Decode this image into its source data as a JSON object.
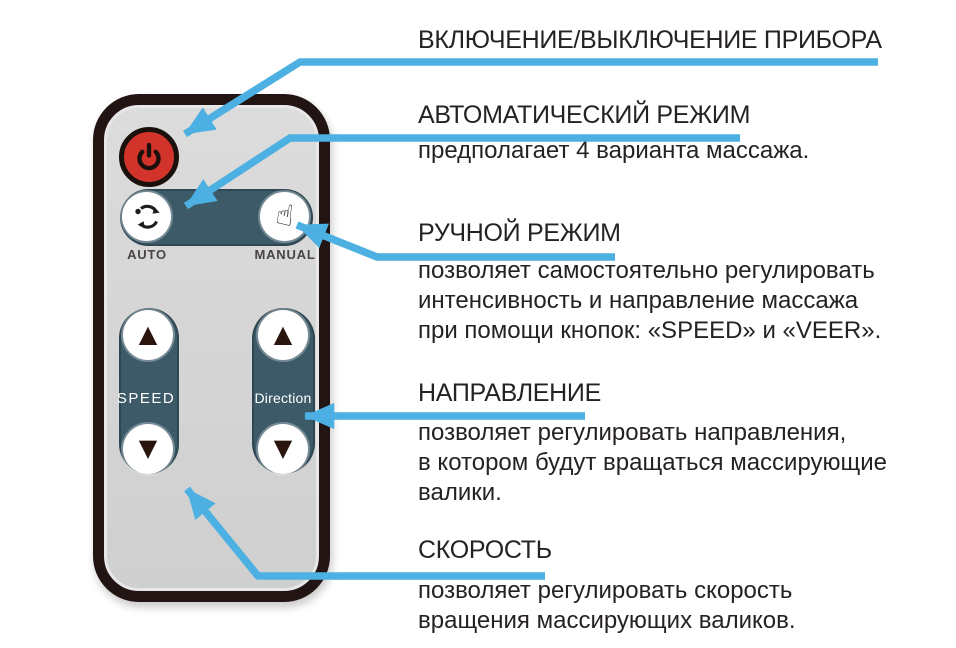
{
  "colors": {
    "arrow_blue": "#4cb0e2",
    "power_red": "#d2342b",
    "pill_teal": "#3d5a68",
    "remote_body": "#d6d6d6",
    "remote_border": "#221413",
    "heading_text": "#262223",
    "button_label": "#4a4443",
    "pill_label": "#ffffff"
  },
  "remote": {
    "power": {
      "icon": "power-icon"
    },
    "mode": {
      "auto_label": "AUTO",
      "manual_label": "MANUAL",
      "auto_icon": "cycle-arrows-icon",
      "manual_icon": "pointing-hand-icon",
      "manual_icon_glyph": "☝"
    },
    "speed": {
      "label": "SPEED",
      "up_glyph": "▲",
      "down_glyph": "▼"
    },
    "direction": {
      "label": "Direction",
      "up_glyph": "▲",
      "down_glyph": "▼"
    }
  },
  "annotations": [
    {
      "heading": "ВКЛЮЧЕНИЕ/ВЫКЛЮЧЕНИЕ ПРИБОРА",
      "lines": []
    },
    {
      "heading": "АВТОМАТИЧЕСКИЙ РЕЖИМ",
      "lines": [
        "предполагает 4 варианта массажа."
      ]
    },
    {
      "heading": "РУЧНОЙ РЕЖИМ",
      "lines": [
        "позволяет самостоятельно регулировать",
        "интенсивность и направление массажа",
        "при помощи кнопок: «SPEED» и «VEER»."
      ]
    },
    {
      "heading": "НАПРАВЛЕНИЕ",
      "lines": [
        "позволяет регулировать направления,",
        "в котором будут вращаться массирующие",
        "валики."
      ]
    },
    {
      "heading": "СКОРОСТЬ",
      "lines": [
        "позволяет регулировать скорость",
        "вращения массирующих валиков."
      ]
    }
  ]
}
